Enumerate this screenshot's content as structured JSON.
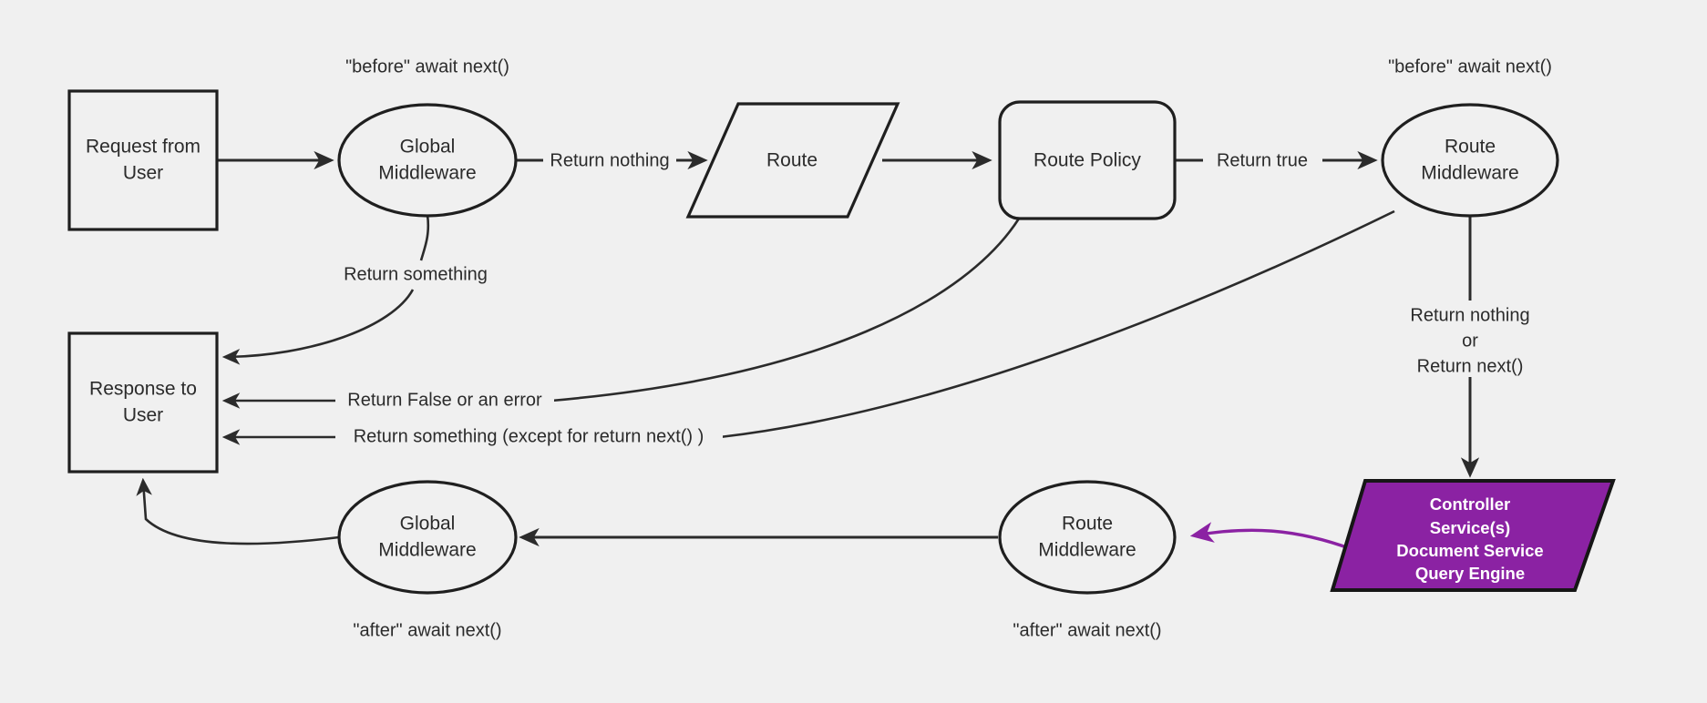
{
  "diagram": {
    "title": "Middleware request/response lifecycle flowchart",
    "background_color": "#f0f0f0",
    "line_color": "#2b2b2b",
    "accent_color": "#8b22a3"
  },
  "nodes": {
    "request_from_user": {
      "line1": "Request from",
      "line2": "User",
      "shape": "rectangle"
    },
    "global_middleware_top": {
      "line1": "Global",
      "line2": "Middleware",
      "shape": "ellipse"
    },
    "route": {
      "line1": "Route",
      "shape": "parallelogram"
    },
    "route_policy": {
      "line1": "Route Policy",
      "shape": "rounded-rectangle"
    },
    "route_middleware_top": {
      "line1": "Route",
      "line2": "Middleware",
      "shape": "ellipse"
    },
    "controller_services": {
      "line1": "Controller",
      "line2": "Service(s)",
      "line3": "Document Service",
      "line4": "Query Engine",
      "shape": "parallelogram",
      "fill": "#8b22a3",
      "text_color": "#ffffff"
    },
    "route_middleware_bottom": {
      "line1": "Route",
      "line2": "Middleware",
      "shape": "ellipse"
    },
    "global_middleware_bottom": {
      "line1": "Global",
      "line2": "Middleware",
      "shape": "ellipse"
    },
    "response_to_user": {
      "line1": "Response to",
      "line2": "User",
      "shape": "rectangle"
    }
  },
  "annotations": {
    "before_await_next_global": "\"before\" await next()",
    "before_await_next_route": "\"before\" await next()",
    "after_await_next_global": "\"after\" await next()",
    "after_await_next_route": "\"after\" await next()"
  },
  "edge_labels": {
    "return_nothing": "Return nothing",
    "return_true": "Return true",
    "return_something": "Return something",
    "return_false_or_error": "Return False or an error",
    "return_something_except_next": "Return something (except for return next() )",
    "return_nothing_or_next_line1": "Return nothing",
    "return_nothing_or_next_line2": "or",
    "return_nothing_or_next_line3": "Return next()"
  }
}
